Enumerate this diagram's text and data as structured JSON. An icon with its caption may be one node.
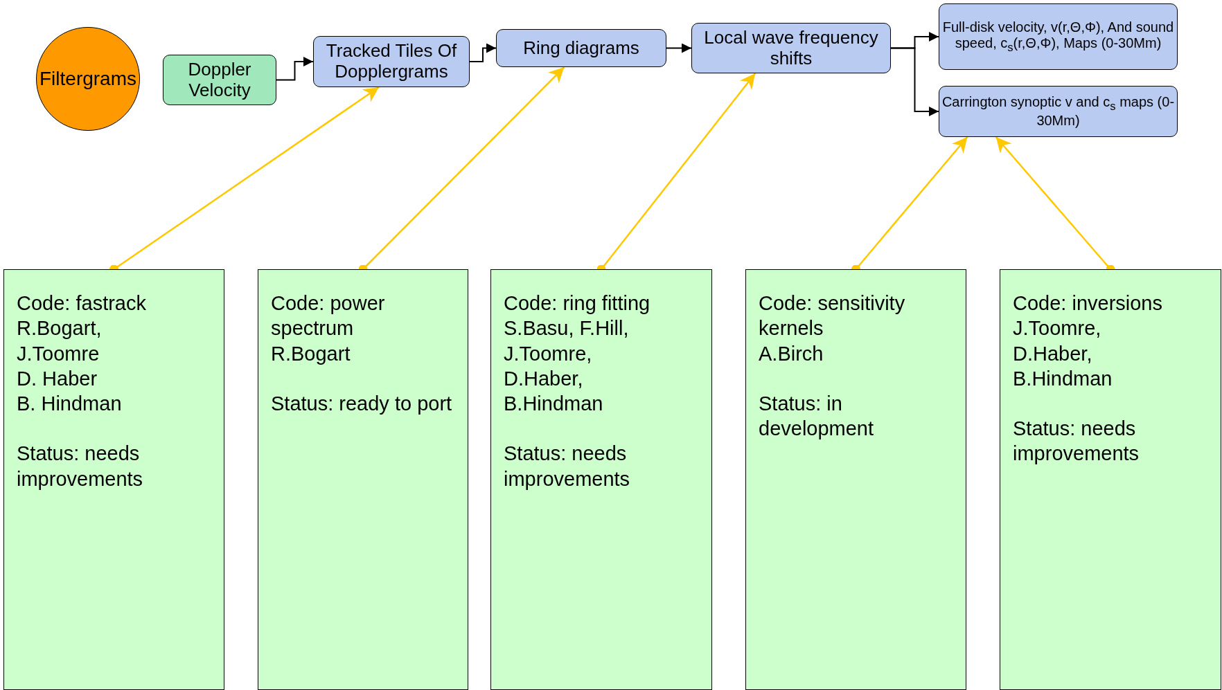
{
  "diagram": {
    "nodes": [
      {
        "text": [
          "Filtergrams"
        ]
      },
      {
        "text": [
          "Doppler Velocity"
        ]
      },
      {
        "text": [
          "Tracked Tiles Of Dopplergrams"
        ]
      },
      {
        "text": [
          "Ring diagrams"
        ]
      },
      {
        "text": [
          "Local wave frequency shifts"
        ]
      },
      {
        "text": [
          "Full-disk velocity, v(r,Θ,Φ), And sound speed, c$_{s}$(r,Θ,Φ), Maps (0-30Mm)"
        ]
      },
      {
        "text": [
          "Carrington synoptic v and c$_{s}$ maps (0-30Mm)"
        ]
      },
      {
        "text": [
          "Code: fastrack",
          "R.Bogart,",
          "J.Toomre",
          "D. Haber",
          "B. Hindman",
          "Status: needs improvements"
        ]
      },
      {
        "text": [
          "Code: power spectrum",
          "R.Bogart",
          "Status: ready to port"
        ]
      },
      {
        "text": [
          "Code: ring fitting",
          "S.Basu, F.Hill,",
          "J.Toomre,",
          "D.Haber,",
          "B.Hindman",
          "Status: needs improvements"
        ]
      },
      {
        "text": [
          "Code: sensitivity kernels",
          "A.Birch",
          "Status: in development"
        ]
      },
      {
        "text": [
          "Code: inversions",
          "J.Toomre,",
          "D.Haber,",
          "B.Hindman",
          "Status: needs improvements"
        ]
      }
    ],
    "edges": [
      {
        "from": 1,
        "to": 2,
        "arrow": "to"
      },
      {
        "from": 2,
        "to": 3,
        "arrow": "to"
      },
      {
        "from": 3,
        "to": 4,
        "arrow": "to"
      },
      {
        "from": 4,
        "to": 5,
        "arrow": "to"
      },
      {
        "from": 4,
        "to": 6,
        "arrow": "to"
      },
      {
        "from": 7,
        "to": 2,
        "arrow": "to",
        "color": "#ffc800"
      },
      {
        "from": 8,
        "to": 3,
        "arrow": "to",
        "color": "#ffc800"
      },
      {
        "from": 9,
        "to": 4,
        "arrow": "to",
        "color": "#ffc800"
      },
      {
        "from": 10,
        "to": 6,
        "arrow": "to",
        "color": "#ffc800"
      },
      {
        "from": 11,
        "to": 6,
        "arrow": "to",
        "color": "#ffc800"
      }
    ]
  }
}
